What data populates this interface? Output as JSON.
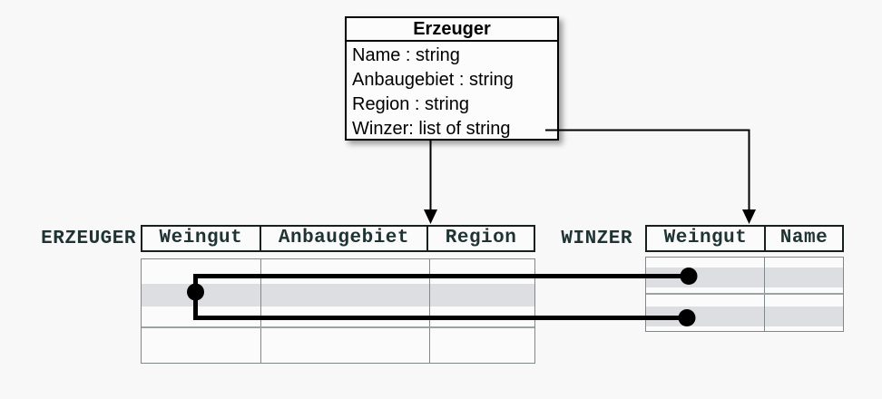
{
  "class_box": {
    "title": "Erzeuger",
    "attributes": [
      "Name : string",
      "Anbaugebiet : string",
      "Region : string",
      "Winzer: list of string"
    ]
  },
  "tables": {
    "erzeuger": {
      "label": "ERZEUGER",
      "columns": [
        "Weingut",
        "Anbaugebiet",
        "Region"
      ]
    },
    "winzer": {
      "label": "WINZER",
      "columns": [
        "Weingut",
        "Name"
      ]
    }
  },
  "colors": {
    "background": "#f8f8f9",
    "connector": "#000000",
    "row_highlight": "#dcdee2",
    "table_text": "#1f3333",
    "header_border": "#15201f",
    "body_border": "#7e8a8a"
  }
}
